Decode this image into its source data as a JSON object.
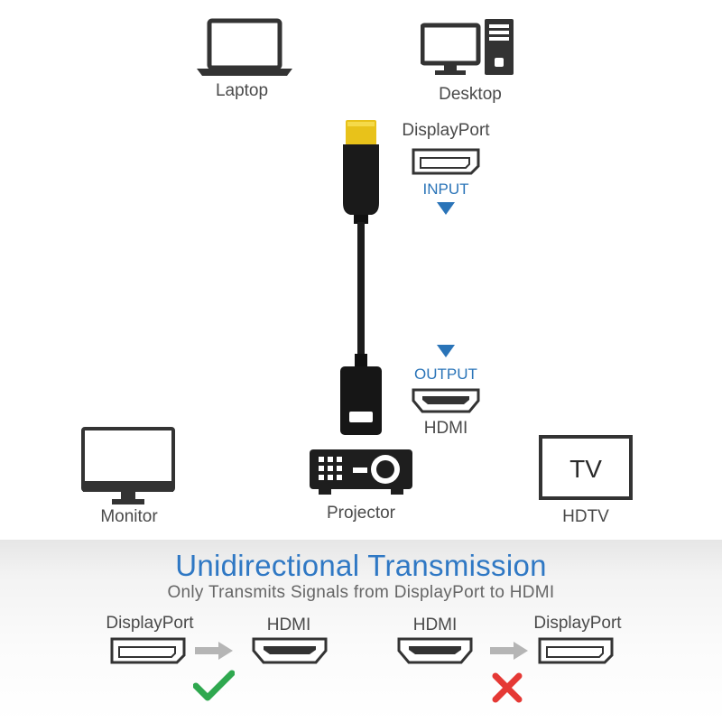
{
  "devices": {
    "laptop_label": "Laptop",
    "desktop_label": "Desktop",
    "monitor_label": "Monitor",
    "projector_label": "Projector",
    "hdtv_label": "HDTV",
    "tv_screen_text": "TV"
  },
  "ports": {
    "input_port_label": "DisplayPort",
    "input_label": "INPUT",
    "output_label": "OUTPUT",
    "output_port_label": "HDMI"
  },
  "transmission": {
    "title": "Unidirectional Transmission",
    "subtitle": "Only Transmits Signals from DisplayPort to HDMI",
    "supported": {
      "from_label": "DisplayPort",
      "to_label": "HDMI"
    },
    "unsupported": {
      "from_label": "HDMI",
      "to_label": "DisplayPort"
    }
  },
  "colors": {
    "accent_blue": "#2a74b8",
    "check_green": "#2fa84f",
    "cross_red": "#e53935",
    "connector_gold": "#e8c21a"
  },
  "icons": {
    "check": "check-icon",
    "cross": "cross-icon"
  }
}
